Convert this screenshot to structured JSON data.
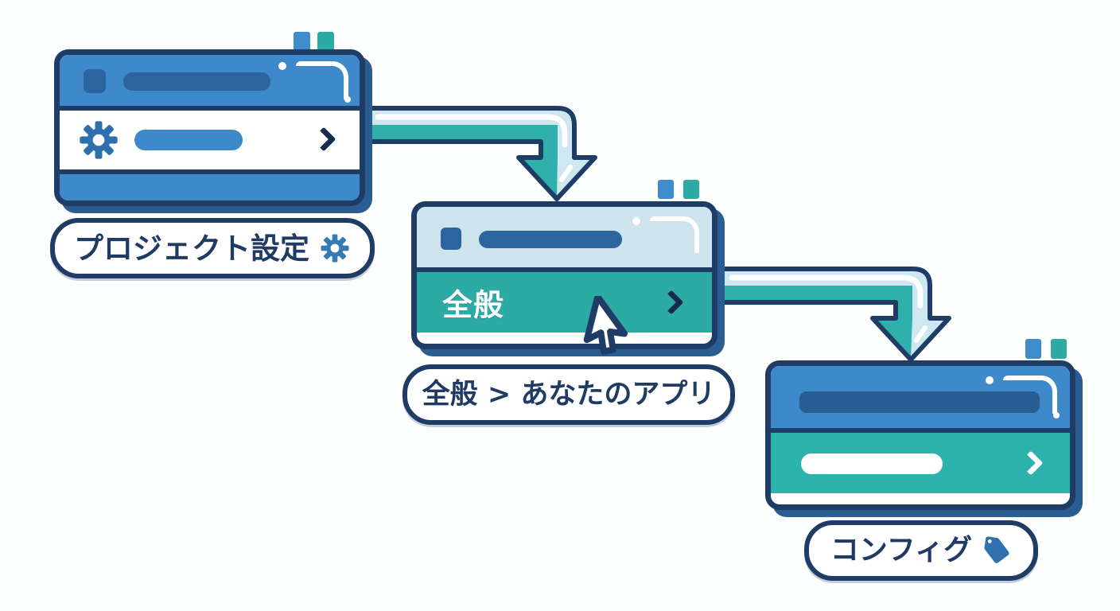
{
  "diagram_title": "settings-navigation-flow",
  "captions": {
    "project_settings": "プロジェクト設定",
    "general_breadcrumb": "全般 > あなたのアプリ",
    "config": "コンフィグ"
  },
  "windows": {
    "project": {
      "menu_label": ""
    },
    "general": {
      "menu_label": "全般"
    },
    "config": {
      "menu_label": ""
    }
  },
  "icons": {
    "project_caption_icon": "gear-icon",
    "project_menu_icon": "gear-icon",
    "config_caption_icon": "tag-icon",
    "menu_chevron": "chevron-right-icon",
    "pointer": "cursor-icon",
    "deco": [
      "blue-square",
      "teal-square"
    ]
  },
  "colors": {
    "outline_navy": "#1e3c66",
    "text_navy": "#1f3a63",
    "blue": "#3e89ca",
    "dark_blue": "#2b649f",
    "light_blue": "#cde4ee",
    "teal": "#2caaa4",
    "teal_bright": "#2db3ad",
    "arrow_light": "#cfe7f1",
    "arrow_teal": "#2fb0ab",
    "shadow_blue": "#2b5c92",
    "white": "#ffffff"
  }
}
